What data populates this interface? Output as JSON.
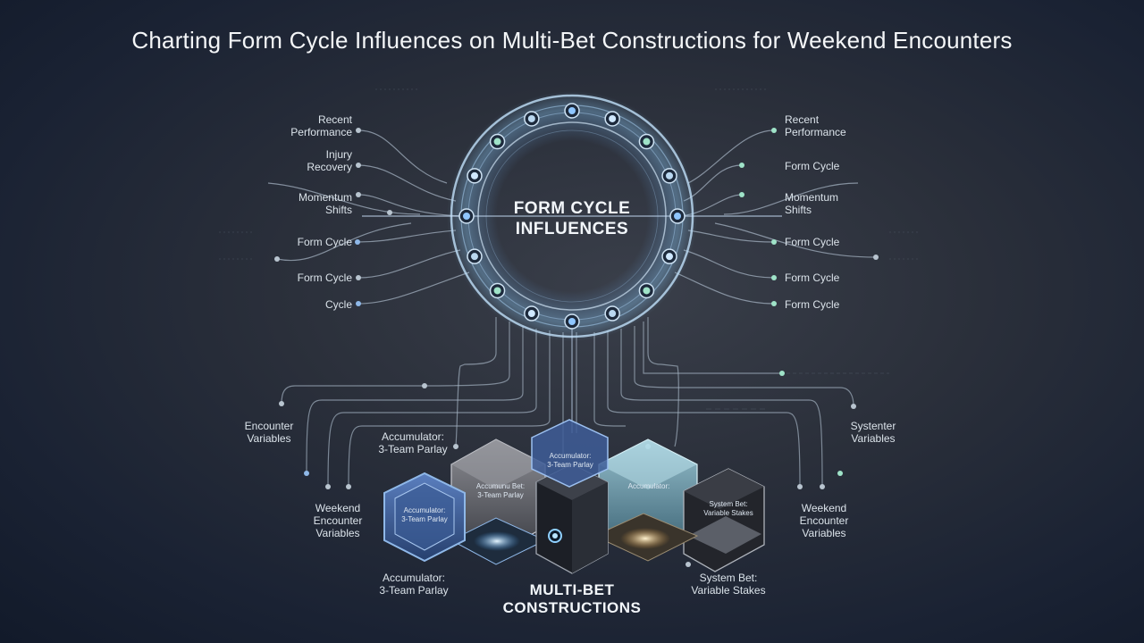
{
  "title": "Charting Form Cycle Influences on Multi-Bet Constructions for Weekend Encounters",
  "center": {
    "title": "FORM CYCLE\nINFLUENCES"
  },
  "left_labels": [
    "Recent\nPerformance",
    "Injury\nRecovery",
    "Momentum\nShifts",
    "Form Cycle",
    "Form Cycle",
    "Cycle"
  ],
  "right_labels": [
    "Recent\nPerformance",
    "Form Cycle",
    "Momentum\nShifts",
    "Form Cycle",
    "Form Cycle",
    "Form Cycle"
  ],
  "lower_labels": {
    "encounter_left": "Encounter\nVariables",
    "accumulator_top": "Accumulator:\n3-Team Parlay",
    "weekend_left": "Weekend\nEncounter\nVariables",
    "accumulator_bottom": "Accumulator:\n3-Team Parlay",
    "systenter_right": "Systenter\nVariables",
    "weekend_right": "Weekend\nEncounter\nVariables",
    "system_bet": "System Bet:\nVariable Stakes"
  },
  "box_labels": {
    "left_hex": "Accumulator:\n3-Team Parlay",
    "mid_left_cube": "Accumunu Bet:\n3-Team Parlay",
    "top_hex": "Accumulator:\n3-Team Parlay",
    "mid_right_cube": "Accumulator:",
    "right_box": "System Bet:\nVariable Stakes"
  },
  "bottom": {
    "title": "MULTI-BET\nCONSTRUCTIONS"
  },
  "colors": {
    "accent_blue": "#8fc6ff",
    "accent_green": "#9fe3c8",
    "ring": "#b9d7f0"
  }
}
